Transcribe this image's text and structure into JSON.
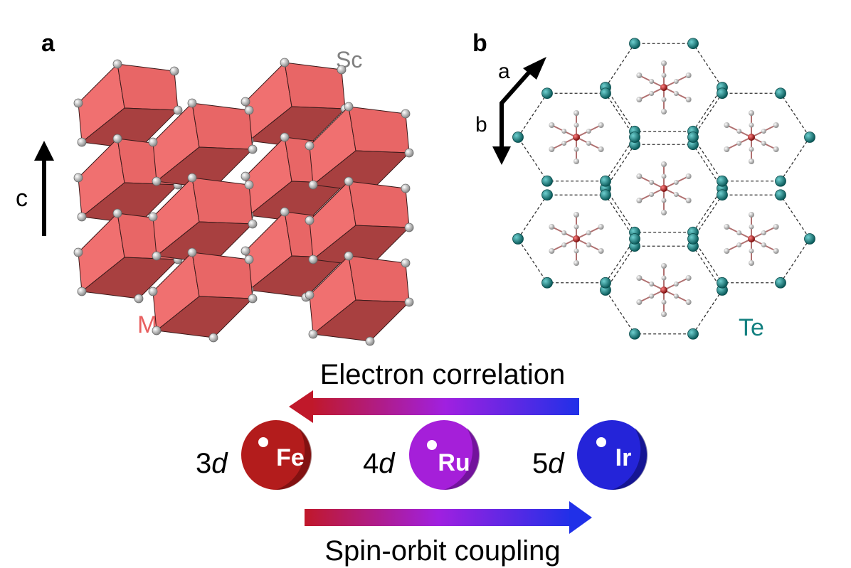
{
  "panel_a": {
    "label": "a",
    "axis_label": "c",
    "atom_label_top": "Sc",
    "atom_label_bottom": "M"
  },
  "panel_b": {
    "label": "b",
    "axis_a": "a",
    "axis_b": "b",
    "atom_label": "Te"
  },
  "bottom": {
    "correlation_label": "Electron correlation",
    "soc_label": "Spin-orbit coupling",
    "elements": [
      {
        "orbital_num": "3",
        "orbital_letter": "d",
        "symbol": "Fe",
        "color": "#b31c1c"
      },
      {
        "orbital_num": "4",
        "orbital_letter": "d",
        "symbol": "Ru",
        "color": "#a51fd9"
      },
      {
        "orbital_num": "5",
        "orbital_letter": "d",
        "symbol": "Ir",
        "color": "#2424d9"
      }
    ]
  },
  "colors": {
    "polyhedron_face": "#f07070",
    "polyhedron_dark": "#a84040",
    "te_atom": "#138080",
    "m_atom": "#c01818",
    "sc_atom": "#d8d8d8",
    "label_m": "#e86060",
    "label_sc": "#808080",
    "label_te": "#138080"
  }
}
